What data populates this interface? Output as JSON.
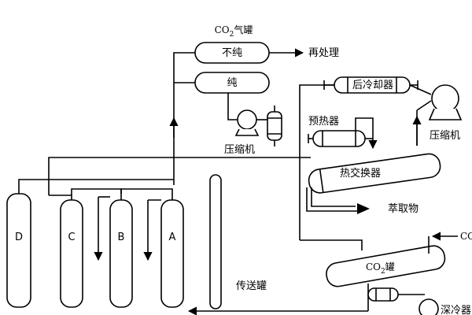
{
  "labels": {
    "co2_gas_tank_pre": "CO",
    "co2_gas_tank_sub": "2",
    "co2_gas_tank_post": "气罐",
    "impure": "不纯",
    "reprocess": "再处理",
    "pure": "纯",
    "compressor_left": "压缩机",
    "aftercooler": "后冷却器",
    "compressor_right": "压缩机",
    "preheater": "预热器",
    "heat_exchanger": "热交换器",
    "extract": "萃取物",
    "vessel_d": "D",
    "vessel_c": "C",
    "vessel_b": "B",
    "vessel_a": "A",
    "transfer_tank": "传送罐",
    "co2_tank_pre": "CO",
    "co2_tank_sub": "2",
    "co2_tank_post": "罐",
    "co2_inlet": "CO",
    "deep_cooler": "深冷器"
  }
}
